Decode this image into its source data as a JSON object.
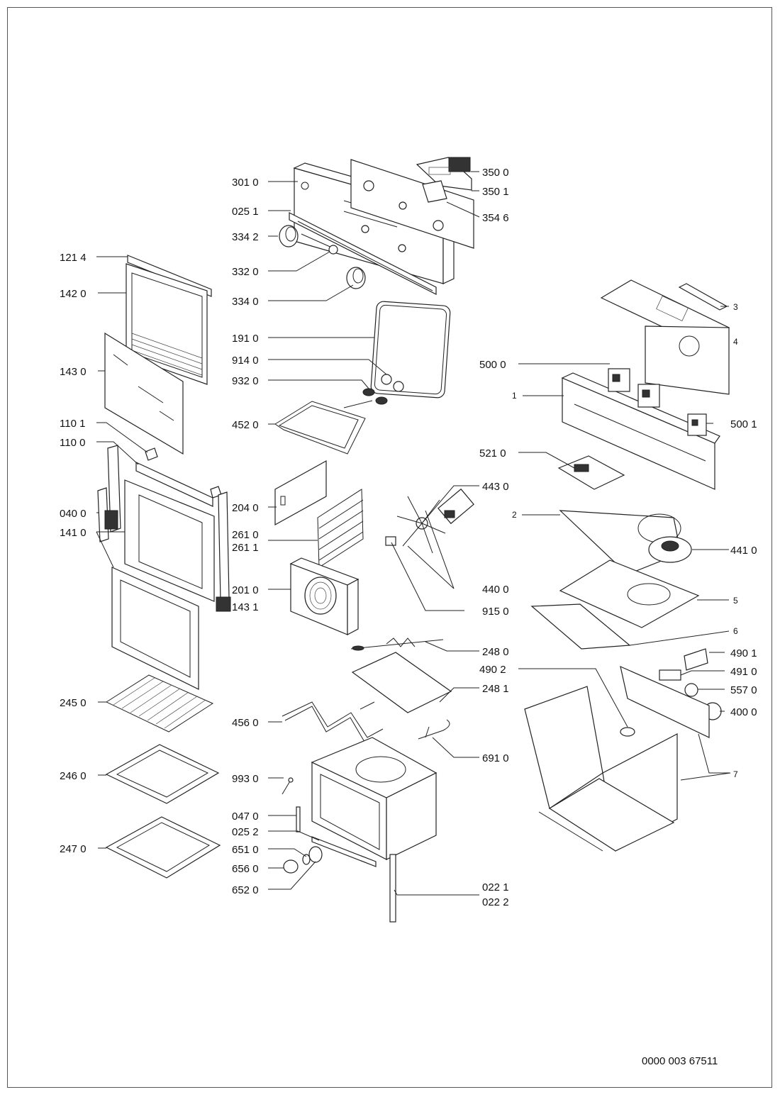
{
  "labels": {
    "p3010": "301 0",
    "p0251": "025 1",
    "p3342": "334 2",
    "p3320": "332 0",
    "p3340": "334 0",
    "p3500": "350 0",
    "p3501": "350 1",
    "p3546": "354 6",
    "p1214": "121 4",
    "p1420": "142 0",
    "p1430": "143 0",
    "p1101": "110 1",
    "p1100": "110 0",
    "p0400": "040 0",
    "p1410": "141 0",
    "p1910": "191 0",
    "p9140": "914 0",
    "p9320": "932 0",
    "p4520": "452 0",
    "p2040": "204 0",
    "p2610": "261 0",
    "p2611": "261 1",
    "p2010": "201 0",
    "p1431": "143 1",
    "p4430": "443 0",
    "p4400": "440 0",
    "p9150": "915 0",
    "p2480": "248 0",
    "p2481": "248 1",
    "p4560": "456 0",
    "p6910": "691 0",
    "p2450": "245 0",
    "p2460": "246 0",
    "p2470": "247 0",
    "p9930": "993 0",
    "p0470": "047 0",
    "p0252": "025 2",
    "p6510": "651 0",
    "p6560": "656 0",
    "p6520": "652 0",
    "p0221": "022 1",
    "p0222": "022 2",
    "p5000": "500 0",
    "p5001": "500 1",
    "p5210": "521 0",
    "p4410": "441 0",
    "p4901": "490 1",
    "p4902": "490 2",
    "p4910": "491 0",
    "p5570": "557 0",
    "p4000": "400 0",
    "n1": "1",
    "n2": "2",
    "n3": "3",
    "n4": "4",
    "n5": "5",
    "n6": "6",
    "n7": "7"
  },
  "document_number": "0000 003 67511"
}
